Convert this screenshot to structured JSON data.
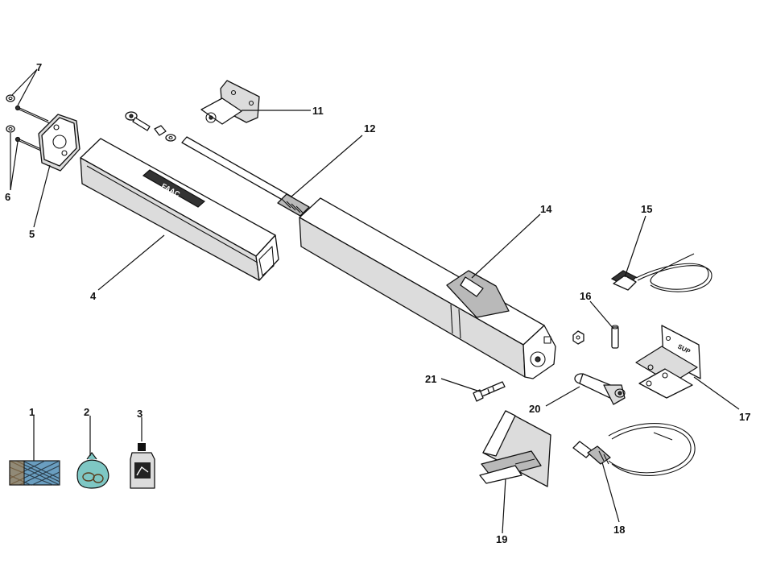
{
  "diagram": {
    "brand_logo_text": "FAAC",
    "bracket_mark_text": "SUP",
    "colors": {
      "line": "#111111",
      "part_fill_light": "#dcdcdc",
      "part_fill_mid": "#b9b9b9",
      "part_fill_dark": "#8a8a8a",
      "accessory_blue": "#6a9ec0",
      "accessory_teal": "#7ec7c4"
    },
    "callouts": [
      {
        "id": "1",
        "label": "1"
      },
      {
        "id": "2",
        "label": "2"
      },
      {
        "id": "3",
        "label": "3"
      },
      {
        "id": "4",
        "label": "4"
      },
      {
        "id": "5",
        "label": "5"
      },
      {
        "id": "6",
        "label": "6"
      },
      {
        "id": "7",
        "label": "7"
      },
      {
        "id": "11",
        "label": "11"
      },
      {
        "id": "12",
        "label": "12"
      },
      {
        "id": "14",
        "label": "14"
      },
      {
        "id": "15",
        "label": "15"
      },
      {
        "id": "16",
        "label": "16"
      },
      {
        "id": "17",
        "label": "17"
      },
      {
        "id": "18",
        "label": "18"
      },
      {
        "id": "19",
        "label": "19"
      },
      {
        "id": "20",
        "label": "20"
      },
      {
        "id": "21",
        "label": "21"
      }
    ]
  }
}
